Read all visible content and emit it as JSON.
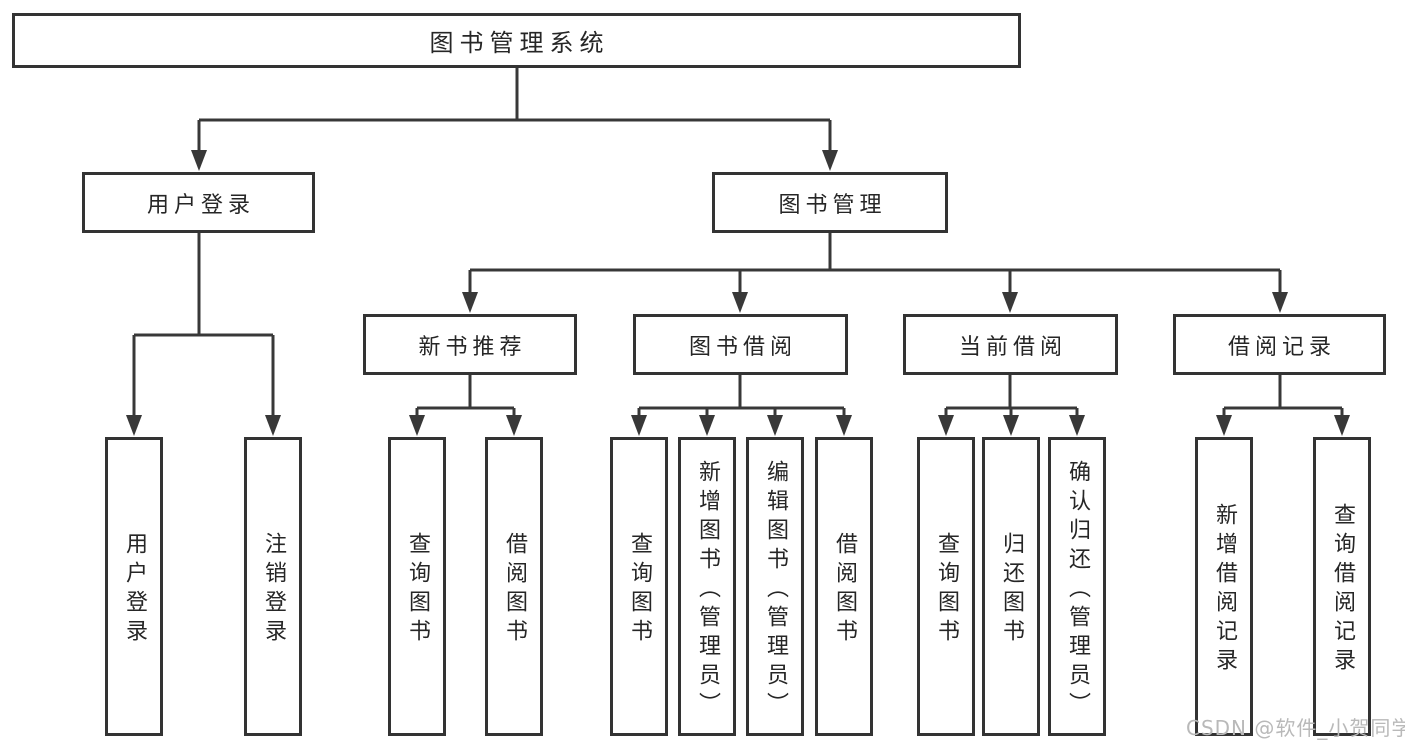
{
  "diagram": {
    "title": "图书管理系统",
    "branches": [
      {
        "label": "用户登录",
        "leaves": [
          "用户登录",
          "注销登录"
        ]
      },
      {
        "label": "图书管理",
        "groups": [
          {
            "label": "新书推荐",
            "leaves": [
              "查询图书",
              "借阅图书"
            ]
          },
          {
            "label": "图书借阅",
            "leaves": [
              "查询图书",
              "新增图书（管理员）",
              "编辑图书（管理员）",
              "借阅图书"
            ]
          },
          {
            "label": "当前借阅",
            "leaves": [
              "查询图书",
              "归还图书",
              "确认归还（管理员）"
            ]
          },
          {
            "label": "借阅记录",
            "leaves": [
              "新增借阅记录",
              "查询借阅记录"
            ]
          }
        ]
      }
    ]
  },
  "watermark": {
    "text": "CSDN @软件_小贺同学"
  },
  "colors": {
    "line": "#383838",
    "border": "#333333",
    "text": "#262626",
    "watermark": "#b9b9b9",
    "background": "#ffffff"
  }
}
